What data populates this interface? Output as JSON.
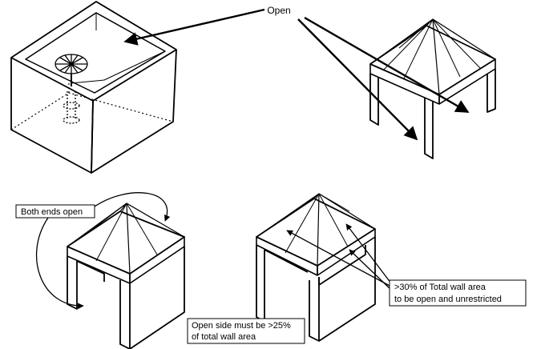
{
  "labels": {
    "open": "Open",
    "both_ends_open": "Both ends open",
    "wall_area_line1": ">30% of Total wall area",
    "wall_area_line2": "to be open and unrestricted",
    "open_side_line1": "Open side must be >25%",
    "open_side_line2": "of total wall area"
  },
  "colors": {
    "stroke": "#000000",
    "background": "#ffffff"
  }
}
